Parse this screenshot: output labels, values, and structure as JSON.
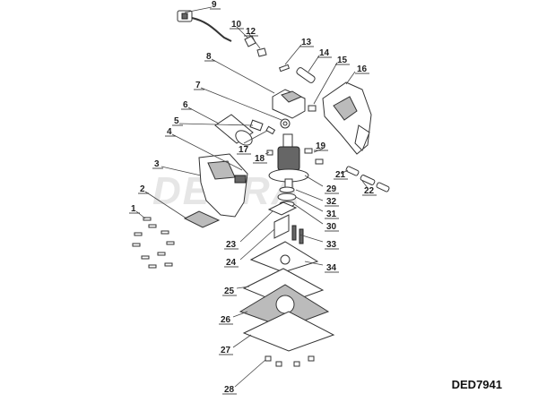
{
  "diagram": {
    "drawing_code": "DED7941",
    "watermark": "DEDRA",
    "callouts": [
      {
        "id": "c1",
        "label": "1"
      },
      {
        "id": "c2",
        "label": "2"
      },
      {
        "id": "c3",
        "label": "3"
      },
      {
        "id": "c4",
        "label": "4"
      },
      {
        "id": "c5",
        "label": "5"
      },
      {
        "id": "c6",
        "label": "6"
      },
      {
        "id": "c7",
        "label": "7"
      },
      {
        "id": "c8",
        "label": "8"
      },
      {
        "id": "c9",
        "label": "9"
      },
      {
        "id": "c10",
        "label": "10"
      },
      {
        "id": "c12",
        "label": "12"
      },
      {
        "id": "c13",
        "label": "13"
      },
      {
        "id": "c14",
        "label": "14"
      },
      {
        "id": "c15",
        "label": "15"
      },
      {
        "id": "c16",
        "label": "16"
      },
      {
        "id": "c17",
        "label": "17"
      },
      {
        "id": "c18",
        "label": "18"
      },
      {
        "id": "c19",
        "label": "19"
      },
      {
        "id": "c21",
        "label": "21"
      },
      {
        "id": "c22",
        "label": "22"
      },
      {
        "id": "c23",
        "label": "23"
      },
      {
        "id": "c24",
        "label": "24"
      },
      {
        "id": "c25",
        "label": "25"
      },
      {
        "id": "c26",
        "label": "26"
      },
      {
        "id": "c27",
        "label": "27"
      },
      {
        "id": "c28",
        "label": "28"
      },
      {
        "id": "c29",
        "label": "29"
      },
      {
        "id": "c30",
        "label": "30"
      },
      {
        "id": "c31",
        "label": "31"
      },
      {
        "id": "c32",
        "label": "32"
      },
      {
        "id": "c33",
        "label": "33"
      },
      {
        "id": "c34",
        "label": "34"
      }
    ]
  }
}
